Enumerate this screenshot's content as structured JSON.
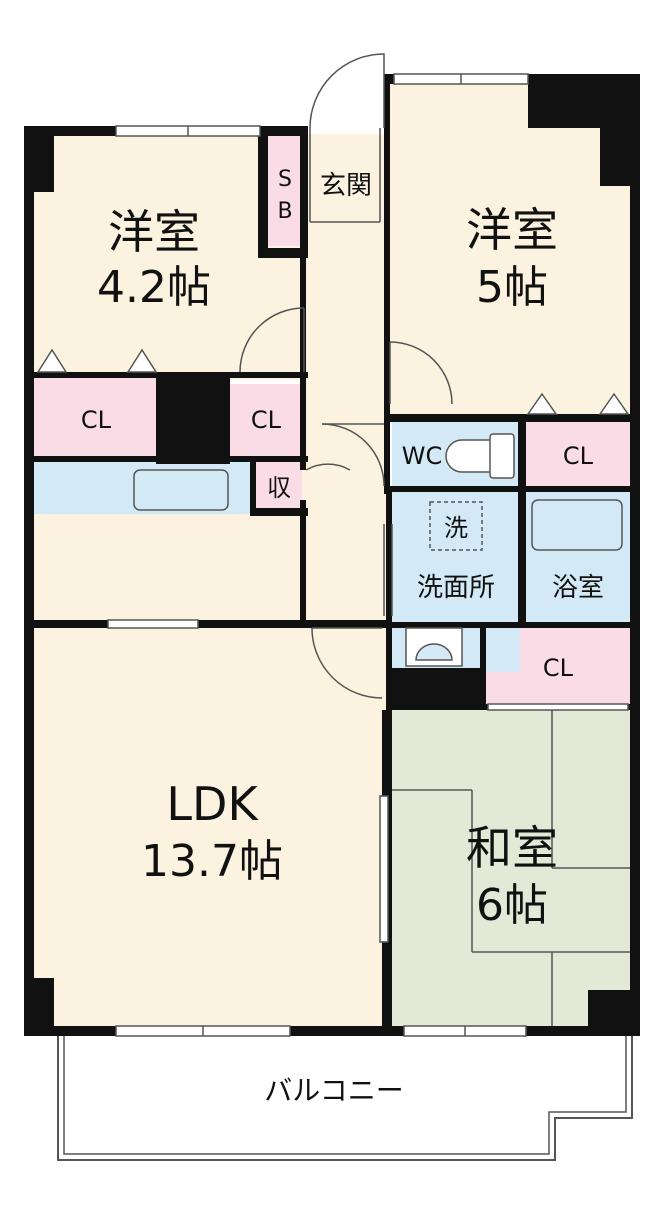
{
  "colors": {
    "wall": "#111111",
    "room": "#fbf3df",
    "closet": "#f9dce6",
    "wet": "#d3e9f6",
    "tatami": "#e3e9d6",
    "line": "#555555"
  },
  "rooms": {
    "western_a": {
      "name": "洋室",
      "size": "4.2帖"
    },
    "western_b": {
      "name": "洋室",
      "size": "5帖"
    },
    "ldk": {
      "name": "LDK",
      "size": "13.7帖"
    },
    "japanese": {
      "name": "和室",
      "size": "6帖"
    },
    "entrance": {
      "name": "玄関"
    },
    "shoebox_s": "S",
    "shoebox_b": "B",
    "storage": "収",
    "wc": "WC",
    "washroom": "洗面所",
    "washer": "洗",
    "bath": "浴室",
    "balcony": "バルコニー"
  },
  "closets": {
    "cl_a": "CL",
    "cl_b": "CL",
    "cl_c": "CL",
    "cl_d": "CL"
  }
}
